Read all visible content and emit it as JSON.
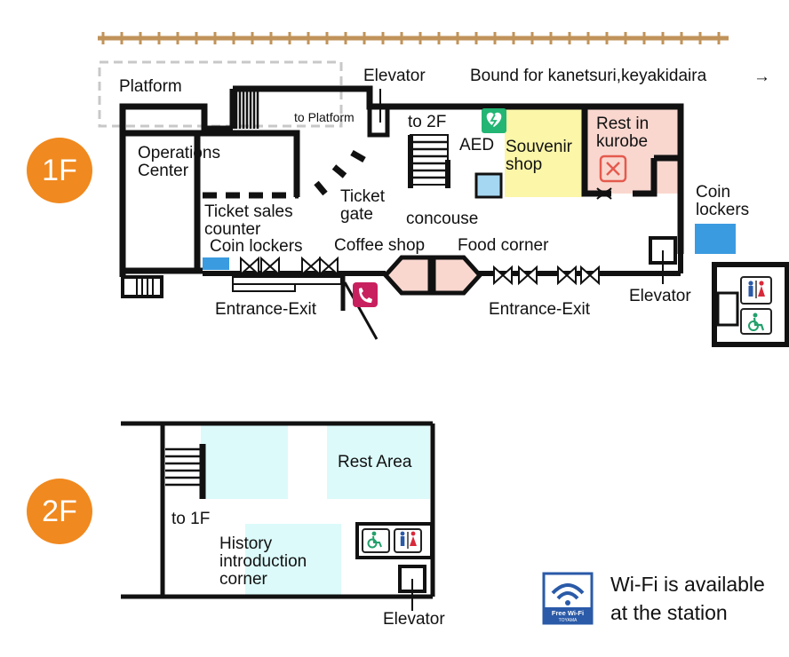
{
  "floors": {
    "first": {
      "badge": "1F",
      "labels": {
        "platform": "Platform",
        "elevator_top": "Elevator",
        "bound_for": "Bound for kanetsuri,keyakidaira",
        "bound_arrow": "→",
        "to_platform": "to Platform",
        "to_2f": "to 2F",
        "aed": "AED",
        "souvenir": "Souvenir\nshop",
        "rest": "Rest in\nkurobe",
        "operations": "Operations\nCenter",
        "ticket_gate": "Ticket\ngate",
        "concourse": "concouse",
        "coin_lockers_right": "Coin\nlockers",
        "ticket_sales": "Ticket sales\ncounter",
        "coin_lockers_left": "Coin lockers",
        "coffee_shop": "Coffee shop",
        "food_corner": "Food corner",
        "entrance_left": "Entrance-Exit",
        "entrance_right": "Entrance-Exit",
        "elevator_right": "Elevator"
      }
    },
    "second": {
      "badge": "2F",
      "labels": {
        "rest_area": "Rest Area",
        "to_1f": "to 1F",
        "history": "History\nintroduction\ncorner",
        "elevator": "Elevator"
      }
    }
  },
  "wifi": {
    "badge_line1": "Free Wi-Fi",
    "badge_line2": "TOYAMA",
    "text": "Wi-Fi is available\nat the station"
  },
  "icons": {
    "aed_label": "AED",
    "telephone": "telephone-icon",
    "toilet": "restroom-icon",
    "wheelchair": "wheelchair-icon"
  },
  "colors": {
    "badge": "#f0891f",
    "souvenir": "#fbf6a8",
    "rest": "#f9d7cf",
    "light_cyan": "#dcfafa",
    "locker_blue": "#3b9be0",
    "track": "#c0935a",
    "phone": "#c8205e",
    "aed": "#22b573",
    "wifi": "#2a5aa8"
  }
}
